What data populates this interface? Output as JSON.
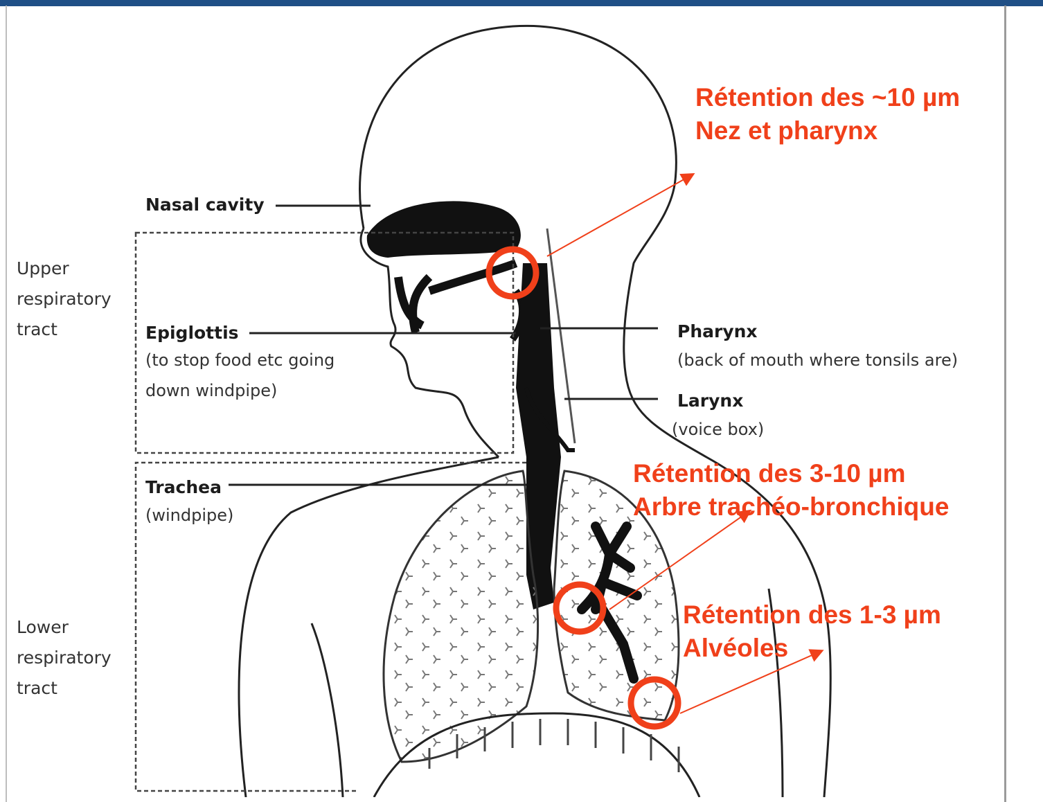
{
  "labels": {
    "nasal_cavity": "Nasal cavity",
    "upper_tract": [
      "Upper",
      "respiratory",
      "tract"
    ],
    "epiglottis_title": "Epiglottis",
    "epiglottis_note": [
      "(to stop food etc going",
      "down windpipe)"
    ],
    "pharynx_title": "Pharynx",
    "pharynx_note": "(back of mouth where tonsils are)",
    "larynx_title": "Larynx",
    "larynx_note": "(voice  box)",
    "trachea_title": "Trachea",
    "trachea_note": "(windpipe)",
    "lower_tract": [
      "Lower",
      "respiratory",
      "tract"
    ]
  },
  "annotations": [
    {
      "line1": "Rétention des ~10 µm",
      "line2": "Nez et pharynx"
    },
    {
      "line1": "Rétention des 3-10 µm",
      "line2": "Arbre trachéo-bronchique"
    },
    {
      "line1": "Rétention des 1-3 µm",
      "line2": "Alvéoles"
    }
  ],
  "colors": {
    "accent": "#f0401a",
    "header": "#1f4f86"
  }
}
